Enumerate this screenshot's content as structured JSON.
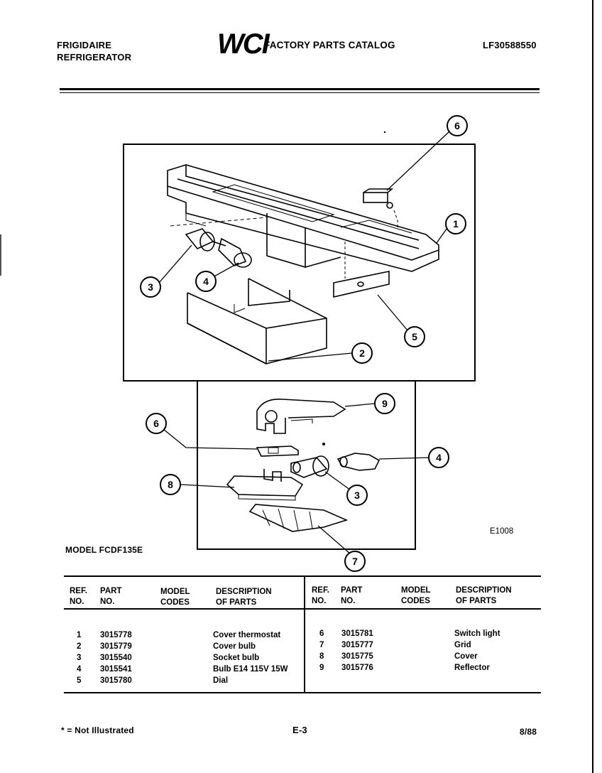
{
  "header": {
    "brand": "FRIGIDAIRE",
    "product": "REFRIGERATOR",
    "logo": "WCI",
    "catalog_title": "FACTORY PARTS CATALOG",
    "catalog_number": "LF30588550"
  },
  "diagram": {
    "drawing_code": "E1008",
    "callouts": [
      "6",
      "1",
      "3",
      "4",
      "5",
      "2",
      "9",
      "6",
      "4",
      "8",
      "3",
      "7"
    ]
  },
  "model_label": "MODEL FCDF135E",
  "table": {
    "headers": {
      "ref": [
        "REF.",
        "NO."
      ],
      "part": [
        "PART",
        "NO."
      ],
      "model": [
        "MODEL",
        "CODES"
      ],
      "desc": [
        "DESCRIPTION",
        "OF PARTS"
      ]
    },
    "left_rows": [
      {
        "ref": "1",
        "part": "3015778",
        "model": "",
        "desc": "Cover thermostat"
      },
      {
        "ref": "2",
        "part": "3015779",
        "model": "",
        "desc": "Cover bulb"
      },
      {
        "ref": "3",
        "part": "3015540",
        "model": "",
        "desc": "Socket bulb"
      },
      {
        "ref": "4",
        "part": "3015541",
        "model": "",
        "desc": "Bulb E14 115V 15W"
      },
      {
        "ref": "5",
        "part": "3015780",
        "model": "",
        "desc": "Dial"
      }
    ],
    "right_rows": [
      {
        "ref": "6",
        "part": "3015781",
        "model": "",
        "desc": "Switch light"
      },
      {
        "ref": "7",
        "part": "3015777",
        "model": "",
        "desc": "Grid"
      },
      {
        "ref": "8",
        "part": "3015775",
        "model": "",
        "desc": "Cover"
      },
      {
        "ref": "9",
        "part": "3015776",
        "model": "",
        "desc": "Reflector"
      }
    ]
  },
  "footer": {
    "note": "* = Not Illustrated",
    "page": "E-3",
    "date": "8/88"
  }
}
